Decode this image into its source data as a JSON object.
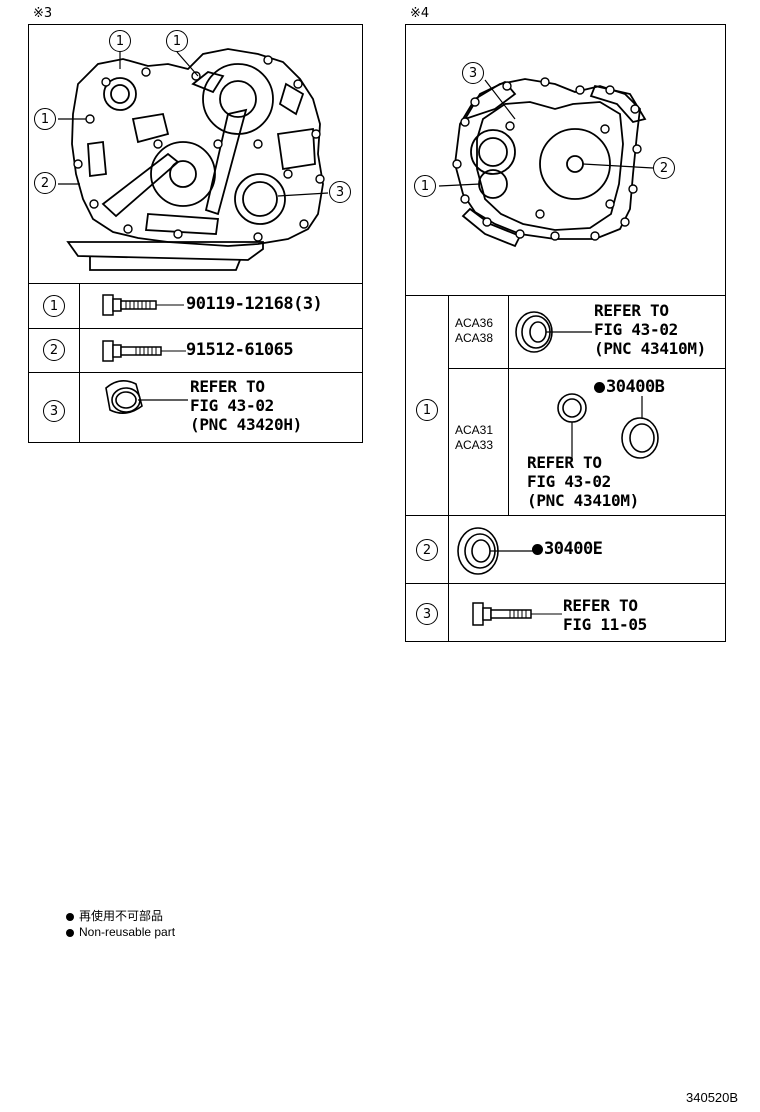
{
  "sections": {
    "left": {
      "mark": "※3",
      "rows": [
        {
          "no": "1",
          "part": "90119-12168(3)"
        },
        {
          "no": "2",
          "part": "91512-61065"
        },
        {
          "no": "3",
          "ref1": "REFER TO",
          "ref2": "FIG 43-02",
          "ref3": "(PNC 43420H)"
        }
      ],
      "callouts": [
        "1",
        "1",
        "1",
        "2",
        "3"
      ]
    },
    "right": {
      "mark": "※4",
      "callouts": [
        "3",
        "2",
        "1"
      ],
      "row1": {
        "no": "1",
        "a_models": [
          "ACA36",
          "ACA38"
        ],
        "a_ref1": "REFER TO",
        "a_ref2": "FIG 43-02",
        "a_ref3": "(PNC 43410M)",
        "b_models": [
          "ACA31",
          "ACA33"
        ],
        "b_part": "30400B",
        "b_ref1": "REFER TO",
        "b_ref2": "FIG 43-02",
        "b_ref3": "(PNC 43410M)"
      },
      "row2": {
        "no": "2",
        "part": "30400E"
      },
      "row3": {
        "no": "3",
        "ref1": "REFER TO",
        "ref2": "FIG 11-05"
      }
    }
  },
  "legend": {
    "jp": "再使用不可部品",
    "en": "Non-reusable part"
  },
  "figure_id": "340520B"
}
